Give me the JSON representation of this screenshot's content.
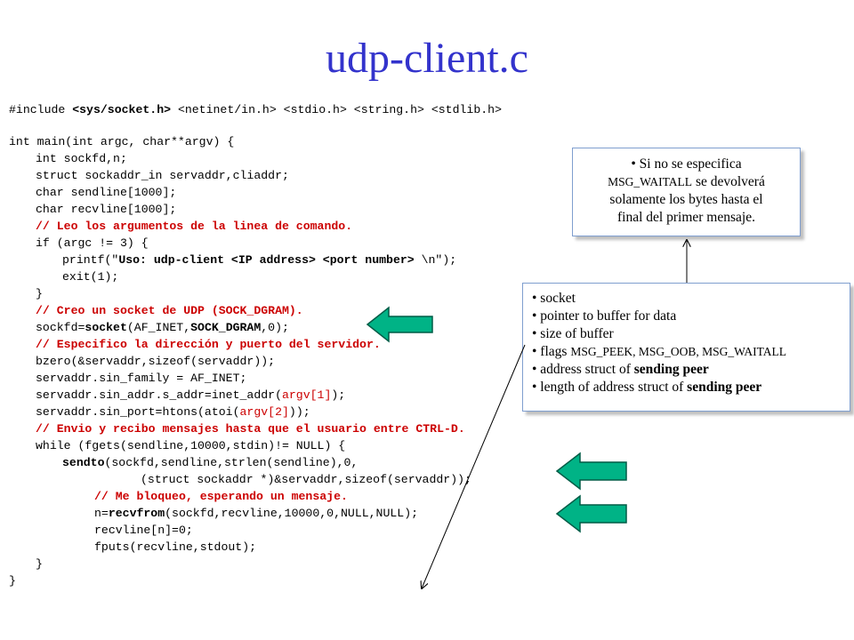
{
  "title": "udp-client.c",
  "code": {
    "l1": {
      "a": "#include ",
      "b": "<sys/socket.h>",
      "c": " <netinet/in.h> <stdio.h> <string.h> <stdlib.h>"
    },
    "l3": "int main(int argc, char**argv) {",
    "l4": "int sockfd,n;",
    "l5": "struct sockaddr_in servaddr,cliaddr;",
    "l6": "char sendline[1000];",
    "l7": "char recvline[1000];",
    "l8": "// Leo los argumentos de la linea de comando.",
    "l9": "if (argc != 3) {",
    "l10": {
      "a": "printf(\"",
      "b": "Uso: udp-client <IP address> <port number> ",
      "c": "\\n\");"
    },
    "l11": "exit(1);",
    "l12": "}",
    "l13": "// Creo un socket de UDP (SOCK_DGRAM).",
    "l14": {
      "a": "sockfd=",
      "b": "socket",
      "c": "(AF_INET,",
      "d": "SOCK_DGRAM",
      "e": ",0);"
    },
    "l15": "// Especifico la dirección y puerto del servidor.",
    "l16": "bzero(&servaddr,sizeof(servaddr));",
    "l17": "servaddr.sin_family = AF_INET;",
    "l18": {
      "a": "servaddr.sin_addr.s_addr=inet_addr(",
      "b": "argv[1]",
      "c": ");"
    },
    "l19": {
      "a": "servaddr.sin_port=htons(atoi(",
      "b": "argv[2]",
      "c": "));"
    },
    "l20": "// Envio y recibo mensajes hasta que el usuario entre CTRL-D.",
    "l21": "while (fgets(sendline,10000,stdin)!= NULL) {",
    "l22": {
      "a": "sendto",
      "b": "(sockfd,sendline,strlen(sendline),0,"
    },
    "l23": "(struct sockaddr *)&servaddr,sizeof(servaddr));",
    "l24": "// Me bloqueo, esperando un mensaje.",
    "l25": {
      "a": "n=",
      "b": "recvfrom",
      "c": "(sockfd,recvline,10000,0,NULL,NULL);"
    },
    "l26": "recvline[n]=0;",
    "l27": "fputs(recvline,stdout);",
    "l28": "}",
    "l29": "}"
  },
  "note_top": {
    "a": "• Si no se especifica",
    "b": "MSG_WAITALL",
    "c": " se devolverá",
    "d": "solamente los bytes hasta el",
    "e": "final del primer mensaje."
  },
  "note_params": {
    "i1": "• socket",
    "i2": "• pointer to buffer for data",
    "i3": "• size of buffer",
    "i4a": "• flags ",
    "i4b": "MSG_PEEK, MSG_OOB, MSG_WAITALL",
    "i5a": "• address struct of ",
    "i5b": "sending peer",
    "i6a": "• length of address struct of ",
    "i6b": "sending peer"
  },
  "colors": {
    "title": "#3333cc",
    "comment": "#cc0000",
    "arrow_fill": "#00b386",
    "box_border": "#7f9ecf"
  }
}
